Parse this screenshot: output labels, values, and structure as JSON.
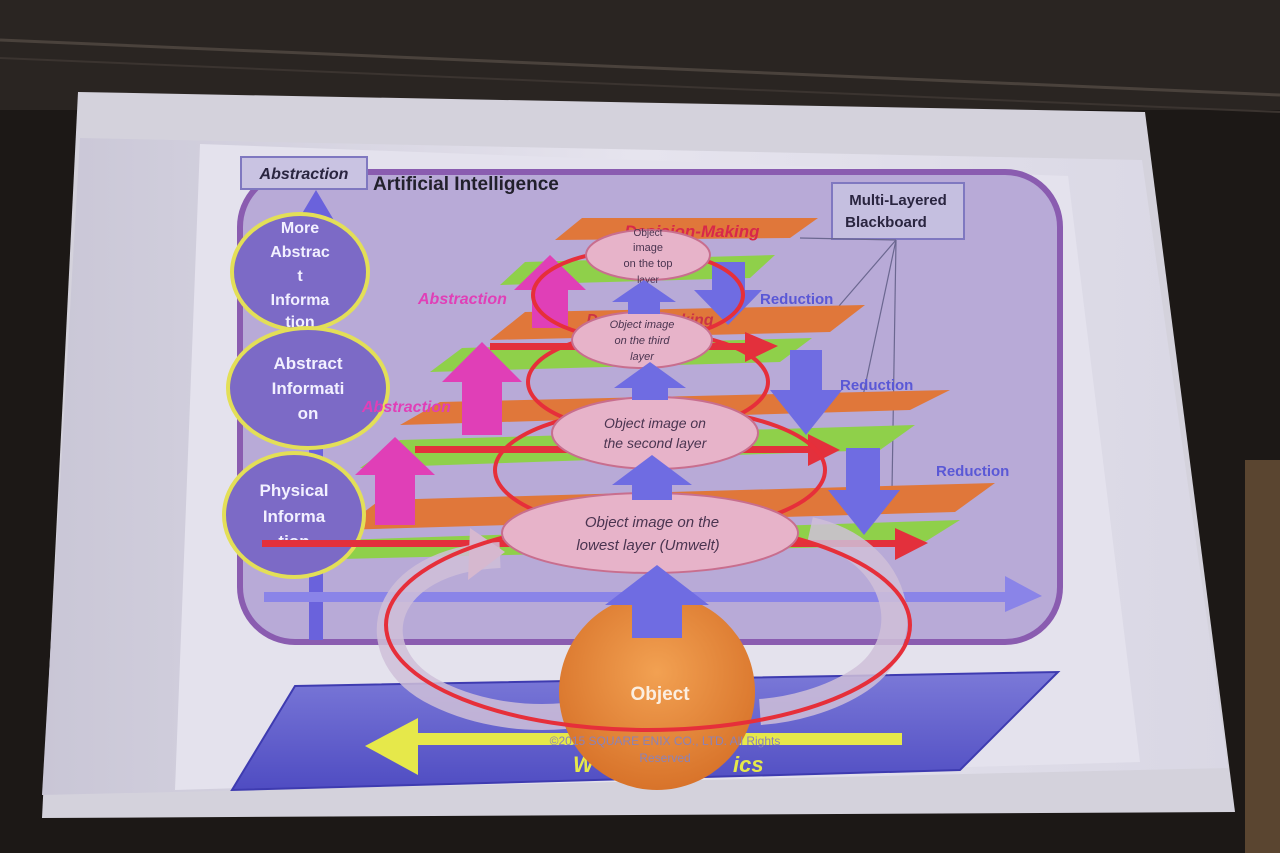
{
  "header": {
    "axis_label": "Abstraction",
    "title": "Artificial Intelligence",
    "badge_line1": "Multi-Layered",
    "badge_line2": "Blackboard"
  },
  "info_levels": {
    "more_abstract": [
      "More",
      "Abstrac",
      "t",
      "Informa",
      "tion"
    ],
    "abstract": [
      "Abstract",
      "Informati",
      "on"
    ],
    "physical": [
      "Physical",
      "Informa",
      "tion"
    ]
  },
  "layers": {
    "top_layer_title": "Decision-Making",
    "third_layer_title": "Decision-Making",
    "top_object_lines": [
      "Object",
      "image",
      "on the top",
      "layer"
    ],
    "third_object_lines": [
      "Object image",
      "on the third",
      "layer"
    ],
    "second_object_lines": [
      "Object image on",
      "the second layer"
    ],
    "lowest_object_lines": [
      "Object image on the",
      "lowest layer (Umwelt)"
    ]
  },
  "labels": {
    "abstraction_upper": "Abstraction",
    "abstraction_lower": "Abstraction",
    "reduction_top": "Reduction",
    "reduction_mid": "Reduction",
    "reduction_bottom": "Reduction",
    "object": "Object",
    "world_label": "W",
    "world_label_tail": "ics",
    "copyright_line1": "©2015 SQUARE ENIX CO., LTD. All Rights",
    "copyright_line2": "Reserved"
  },
  "colors": {
    "slide_bg": "#d7d4e6",
    "panel_fill": "#b7a9d6",
    "panel_border": "#8d5fb0",
    "layer_orange": "#e17a3c",
    "layer_green": "#8fd04a",
    "abstraction_pink": "#e03fb7",
    "reduction_blue": "#6a67e0",
    "ring_red": "#e8303a",
    "object_orange": "#e88a3a",
    "info_circle": "#7e6bc8",
    "info_circle_border": "#e6e25a"
  }
}
